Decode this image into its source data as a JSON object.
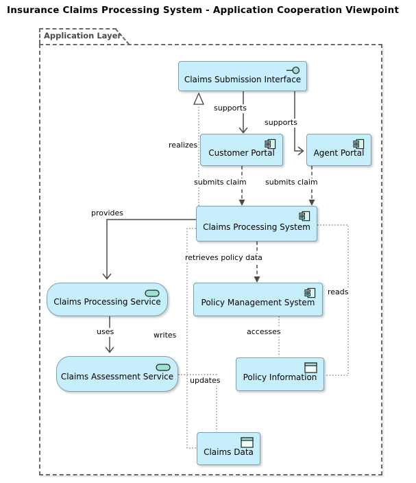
{
  "title": "Insurance Claims Processing System - Application Cooperation Viewpoint",
  "group": {
    "label": "Application Layer"
  },
  "nodes": {
    "claims_submission_interface": {
      "label": "Claims Submission Interface",
      "icon": "application-interface-icon"
    },
    "customer_portal": {
      "label": "Customer Portal",
      "icon": "application-component-icon"
    },
    "agent_portal": {
      "label": "Agent Portal",
      "icon": "application-component-icon"
    },
    "claims_processing_system": {
      "label": "Claims Processing System",
      "icon": "application-component-icon"
    },
    "claims_processing_service": {
      "label": "Claims Processing Service",
      "icon": "application-service-icon"
    },
    "policy_management_system": {
      "label": "Policy Management System",
      "icon": "application-component-icon"
    },
    "policy_information": {
      "label": "Policy Information",
      "icon": "data-object-icon"
    },
    "claims_assessment_service": {
      "label": "Claims Assessment Service",
      "icon": "application-service-icon"
    },
    "claims_data": {
      "label": "Claims Data",
      "icon": "data-object-icon"
    }
  },
  "edges": {
    "realizes": {
      "label": "realizes",
      "type": "realization"
    },
    "supports_customer": {
      "label": "supports",
      "type": "serving"
    },
    "supports_agent": {
      "label": "supports",
      "type": "serving"
    },
    "submits_claim_customer": {
      "label": "submits claim",
      "type": "flow"
    },
    "submits_claim_agent": {
      "label": "submits claim",
      "type": "flow"
    },
    "provides": {
      "label": "provides",
      "type": "serving"
    },
    "retrieves_policy_data": {
      "label": "retrieves policy data",
      "type": "flow"
    },
    "uses": {
      "label": "uses",
      "type": "serving"
    },
    "writes": {
      "label": "writes",
      "type": "access"
    },
    "reads": {
      "label": "reads",
      "type": "access"
    },
    "accesses": {
      "label": "accesses",
      "type": "access"
    },
    "updates": {
      "label": "updates",
      "type": "access"
    }
  },
  "colors": {
    "node_fill": "#C6EEFB",
    "node_border": "#7E9FAE",
    "icon_fill": "#D9F6EC",
    "icon_accent": "#9FE0D3",
    "icon_stroke": "#1F1F1F",
    "flow_line": "#4A4A4A",
    "access_line": "#8C8C8C",
    "group_border": "#696969"
  }
}
